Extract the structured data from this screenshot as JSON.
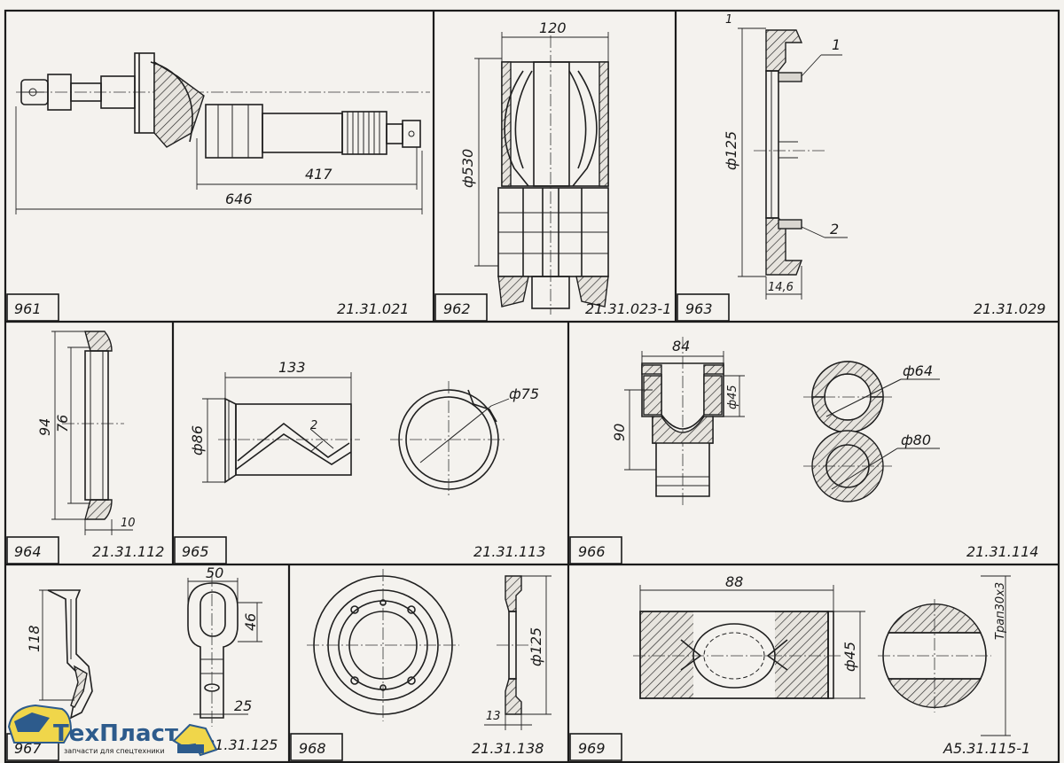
{
  "panels": [
    {
      "id": "961",
      "code": "21.31.021",
      "dims": [
        "417",
        "646"
      ]
    },
    {
      "id": "962",
      "code": "21.31.023-1",
      "dims": [
        "120",
        "ф530"
      ]
    },
    {
      "id": "963",
      "code": "21.31.029",
      "dims": [
        "ф125",
        "14,6"
      ],
      "callouts": [
        "1",
        "2"
      ]
    },
    {
      "id": "964",
      "code": "21.31.112",
      "dims": [
        "94",
        "76",
        "10"
      ]
    },
    {
      "id": "965",
      "code": "21.31.113",
      "dims": [
        "133",
        "ф86",
        "2",
        "ф75"
      ]
    },
    {
      "id": "966",
      "code": "21.31.114",
      "dims": [
        "84",
        "ф45",
        "90",
        "ф64",
        "ф80"
      ]
    },
    {
      "id": "967",
      "code": "21.31.125",
      "dims": [
        "118",
        "50",
        "46",
        "25"
      ]
    },
    {
      "id": "968",
      "code": "21.31.138",
      "dims": [
        "ф125",
        "13"
      ]
    },
    {
      "id": "969",
      "code": "A5.31.115-1",
      "dims": [
        "88",
        "ф45",
        "Трап30х3"
      ]
    }
  ],
  "logo": {
    "name": "ТехПласт",
    "tagline": "запчасти для спецтехники"
  },
  "stray_mark": "1"
}
